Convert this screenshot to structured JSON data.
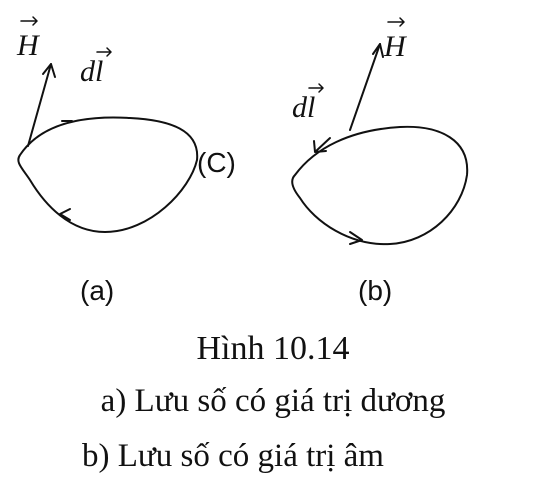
{
  "figure": {
    "panel_a": {
      "field_symbol": "H",
      "element_symbol": "dl",
      "curve_label": "(C)",
      "panel_label": "(a)"
    },
    "panel_b": {
      "field_symbol": "H",
      "element_symbol": "dl",
      "panel_label": "(b)"
    }
  },
  "caption": {
    "title": "Hình 10.14",
    "line_a": "a) Lưu số có giá trị dương",
    "line_b": "b) Lưu số có giá trị âm"
  }
}
